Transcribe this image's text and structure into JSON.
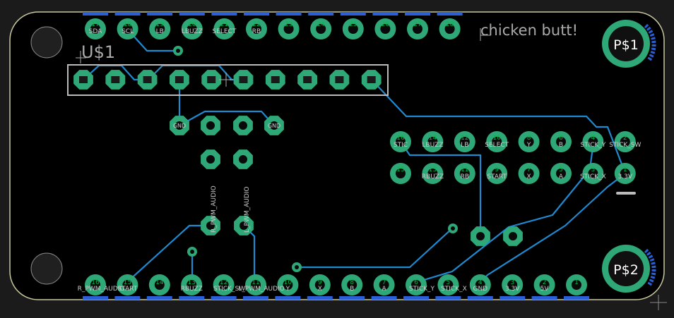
{
  "board": {
    "title": "chicken butt!",
    "part_name": "U$1",
    "mount_holes": [
      "P$1",
      "P$2"
    ]
  },
  "top_header": {
    "pins": [
      {
        "num": "17",
        "label": "SDA"
      },
      {
        "num": "18",
        "label": "SCL"
      },
      {
        "num": "19",
        "label": "LB"
      },
      {
        "num": "20",
        "label": "LBUZZ"
      },
      {
        "num": "21",
        "label": "SELECT"
      },
      {
        "num": "22",
        "label": "RB"
      },
      {
        "num": "23",
        "label": ""
      },
      {
        "num": "24",
        "label": ""
      },
      {
        "num": "25",
        "label": ""
      },
      {
        "num": "26",
        "label": ""
      },
      {
        "num": "27",
        "label": ""
      },
      {
        "num": "28",
        "label": ""
      }
    ]
  },
  "bottom_header": {
    "pins": [
      {
        "num": "16",
        "label": "R_PWM_AUDIO"
      },
      {
        "num": "15",
        "label": "START"
      },
      {
        "num": "14",
        "label": ""
      },
      {
        "num": "13",
        "label": "RBUZZ"
      },
      {
        "num": "12",
        "label": "STICK_SW"
      },
      {
        "num": "11",
        "label": "L_PWM_AUDIO"
      },
      {
        "num": "10",
        "label": "Y"
      },
      {
        "num": "9",
        "label": "X"
      },
      {
        "num": "8",
        "label": "B"
      },
      {
        "num": "7",
        "label": "A"
      },
      {
        "num": "6",
        "label": "STICK_Y"
      },
      {
        "num": "5",
        "label": "STICK_X"
      },
      {
        "num": "4",
        "label": "GND"
      },
      {
        "num": "3",
        "label": "3.3V"
      },
      {
        "num": "2",
        "label": "5V"
      },
      {
        "num": "1",
        "label": ""
      }
    ]
  },
  "connector_row_top": {
    "pins": [
      {
        "num": "16",
        "label": "STIC"
      },
      {
        "num": "14",
        "label": "LBUZZ"
      },
      {
        "num": "12",
        "label": "LB"
      },
      {
        "num": "10",
        "label": "SELECT"
      },
      {
        "num": "8",
        "label": "Y"
      },
      {
        "num": "6",
        "label": "B"
      },
      {
        "num": "4",
        "label": "STICK_Y"
      },
      {
        "num": "2",
        "label": "STICK_SW"
      }
    ]
  },
  "connector_row_bottom": {
    "pins": [
      {
        "num": "15",
        "label": ""
      },
      {
        "num": "13",
        "label": "RBUZZ"
      },
      {
        "num": "11",
        "label": "RB"
      },
      {
        "num": "9",
        "label": "START"
      },
      {
        "num": "7",
        "label": "X"
      },
      {
        "num": "5",
        "label": "A"
      },
      {
        "num": "3",
        "label": "STICK_X"
      },
      {
        "num": "1",
        "label": "3.3V"
      }
    ]
  },
  "middle_pads": {
    "row1": [
      "GND",
      "",
      "",
      "GND"
    ],
    "row2": [
      "",
      ""
    ]
  },
  "audio_pads": [
    "R_PWM_AUDIO",
    "L_PWM_AUDIO"
  ],
  "colors": {
    "board": "#000000",
    "outline": "#c8c8a0",
    "pad": "#2fa878",
    "trace": "#1f8ad0",
    "silk": "#aaaaaa",
    "hole": "#202020",
    "stripe": "#2a5fd6"
  }
}
